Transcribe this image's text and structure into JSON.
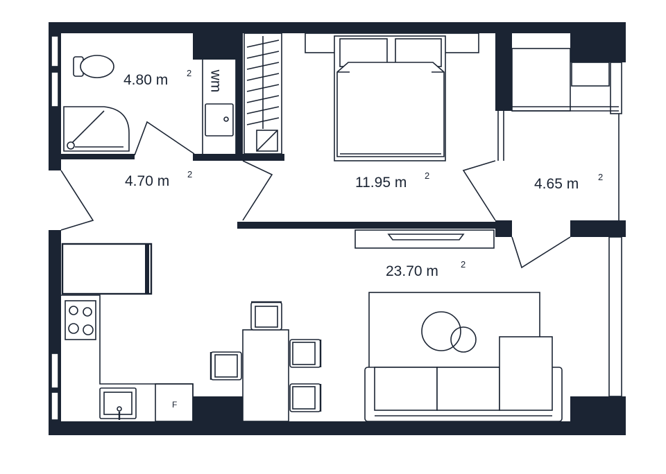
{
  "rooms": {
    "bathroom": {
      "area": "4.80 m",
      "unit_sup": "2"
    },
    "hallway": {
      "area": "4.70 m",
      "unit_sup": "2"
    },
    "bedroom": {
      "area": "11.95 m",
      "unit_sup": "2"
    },
    "balcony": {
      "area": "4.65 m",
      "unit_sup": "2"
    },
    "living": {
      "area": "23.70 m",
      "unit_sup": "2"
    }
  },
  "fixtures": {
    "washing_machine_label": "wm",
    "fridge_label": "F"
  },
  "colors": {
    "wall": "#1b2433",
    "background": "#ffffff"
  }
}
